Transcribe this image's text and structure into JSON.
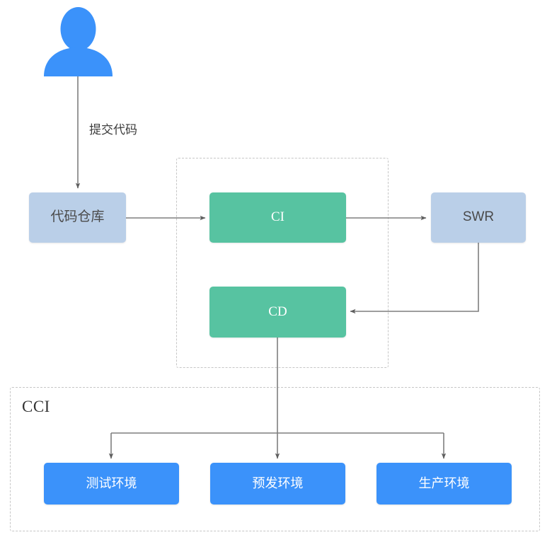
{
  "diagram": {
    "title": "CI/CD pipeline with CCI deployment",
    "colors": {
      "background": "#ffffff",
      "soft_blue": "#bacfe8",
      "green": "#57c3a1",
      "bright_blue": "#3b92fa",
      "line": "#7f7f7f",
      "dashed_border": "#c6c6c6",
      "actor_blue": "#3b92fa"
    },
    "actor": {
      "name": "user-actor",
      "icon": "person-silhouette-icon"
    },
    "edge_labels": [
      {
        "id": "commit-code",
        "text": "提交代码"
      }
    ],
    "nodes": [
      {
        "id": "code-repo",
        "label": "代码仓库",
        "style": "soft-blue"
      },
      {
        "id": "ci",
        "label": "CI",
        "style": "green"
      },
      {
        "id": "swr",
        "label": "SWR",
        "style": "soft-blue"
      },
      {
        "id": "cd",
        "label": "CD",
        "style": "green"
      },
      {
        "id": "test-env",
        "label": "测试环境",
        "style": "bright-blue"
      },
      {
        "id": "staging-env",
        "label": "预发环境",
        "style": "bright-blue"
      },
      {
        "id": "prod-env",
        "label": "生产环境",
        "style": "bright-blue"
      }
    ],
    "groups": [
      {
        "id": "pipeline-group",
        "label": ""
      },
      {
        "id": "cci-group",
        "label": "CCI"
      }
    ]
  }
}
